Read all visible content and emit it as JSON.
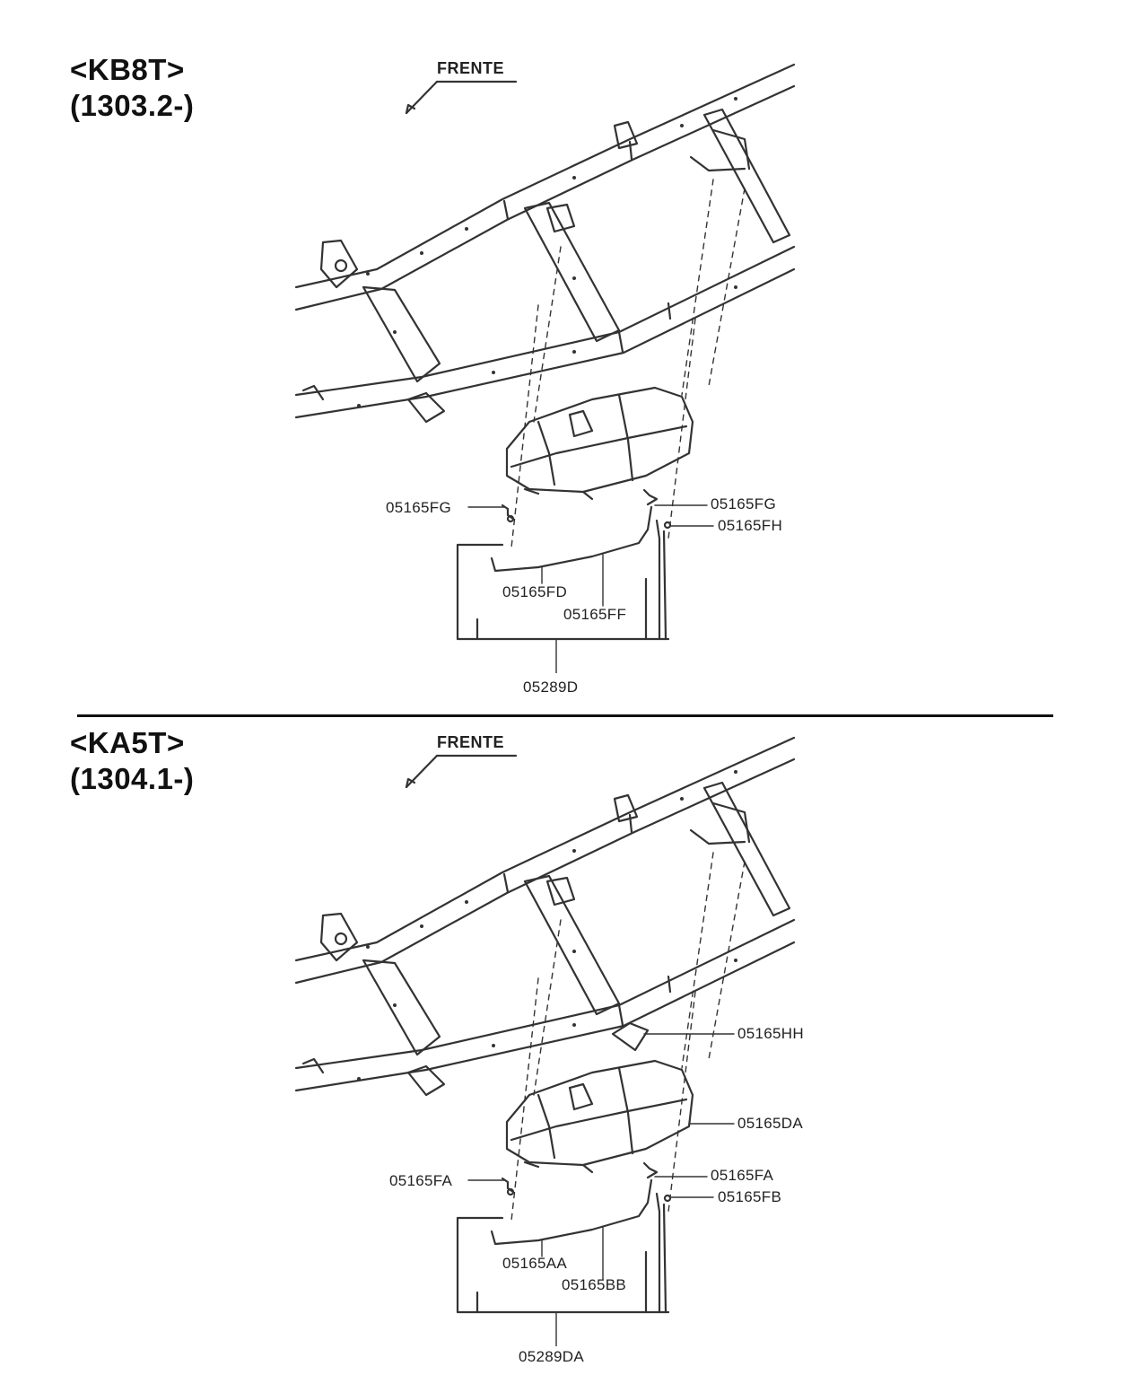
{
  "colors": {
    "line": "#333333",
    "background": "#ffffff"
  },
  "sections": [
    {
      "model": "<KB8T>",
      "range": "(1303.2-)",
      "direction_label": "FRENTE",
      "callouts": {
        "clip_left": "05165FG",
        "clip_right": "05165FG",
        "clip_right_lower": "05165FH",
        "line_front": "05165FD",
        "line_rear": "05165FF",
        "kit": "05289D"
      }
    },
    {
      "model": "<KA5T>",
      "range": "(1304.1-)",
      "direction_label": "FRENTE",
      "callouts": {
        "shield": "05165HH",
        "tank": "05165DA",
        "clip_left": "05165FA",
        "clip_right": "05165FA",
        "clip_right_lower": "05165FB",
        "line_front": "05165AA",
        "line_rear": "05165BB",
        "kit": "05289DA"
      }
    }
  ]
}
